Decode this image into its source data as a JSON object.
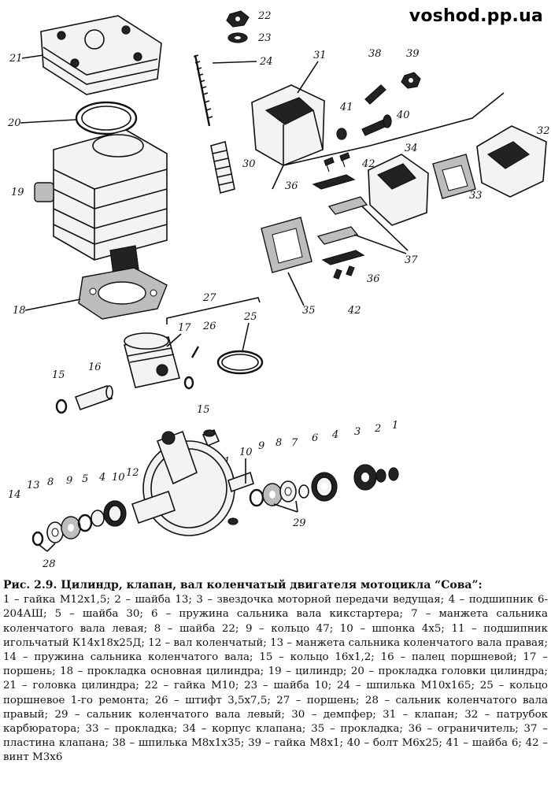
{
  "site": "voshod.pp.ua",
  "caption": {
    "title": "Рис. 2.9. Цилиндр, клапан, вал коленчатый двигателя мотоцикла “Сова”:",
    "items": [
      "1 – гайка М12х1,5;",
      "2 – шайба 13;",
      "3 – звездочка моторной передачи ведущая;",
      "4 – подшипник 6-204АШ;",
      "5 – шайба 30;",
      "6 – пружина сальника вала кикстартера;",
      "7 – манжета сальника коленчатого вала левая;",
      "8 – шайба 22;",
      "9 – кольцо 47;",
      "10 – шпонка 4х5;",
      "11 – подшипник игольчатый К14х18х25Д;",
      "12 – вал коленчатый;",
      "13 – манжета сальника коленчатого вала правая;",
      "14 – пружина сальника коленчатого вала;",
      "15 – кольцо 16х1,2;",
      "16 – палец поршневой;",
      "17 – поршень;",
      "18 – прокладка основная цилиндра;",
      "19 – цилиндр;",
      "20 – прокладка головки цилиндра;",
      "21 – головка цилиндра;",
      "22 – гайка М10;",
      "23 – шайба 10;",
      "24 – шпилька М10х165;",
      "25 – кольцо поршневое 1-го ремонта;",
      "26 – штифт 3,5х7,5;",
      "27 – поршень;",
      "28 – сальник коленчатого вала правый;",
      "29 – сальник коленчатого вала левый;",
      "30 – демпфер;",
      "31 – клапан;",
      "32 – патрубок карбюратора;",
      "33 – прокладка;",
      "34 – корпус клапана;",
      "35 – прокладка;",
      "36 – ограничитель;",
      "37 – пластина клапана;",
      "38 – шпилька М8х1х35;",
      "39 – гайка М8х1;",
      "40 – болт М6х25;",
      "41 – шайба 6;",
      "42 – винт М3х6"
    ]
  },
  "labels": {
    "l1": "1",
    "l2": "2",
    "l3": "3",
    "l4": "4",
    "l4b": "4",
    "l5": "5",
    "l6": "6",
    "l7": "7",
    "l8": "8",
    "l8b": "8",
    "l9": "9",
    "l9b": "9",
    "l10": "10",
    "l10b": "10",
    "l11": "11",
    "l12": "12",
    "l13": "13",
    "l14": "14",
    "l15": "15",
    "l15b": "15",
    "l16": "16",
    "l17": "17",
    "l18": "18",
    "l19": "19",
    "l20": "20",
    "l21": "21",
    "l22": "22",
    "l23": "23",
    "l24": "24",
    "l25": "25",
    "l26": "26",
    "l27": "27",
    "l28": "28",
    "l29": "29",
    "l30": "30",
    "l31": "31",
    "l32": "32",
    "l33": "33",
    "l34": "34",
    "l35": "35",
    "l36": "36",
    "l36b": "36",
    "l37": "37",
    "l38": "38",
    "l39": "39",
    "l40": "40",
    "l41": "41",
    "l42": "42",
    "l42b": "42"
  }
}
